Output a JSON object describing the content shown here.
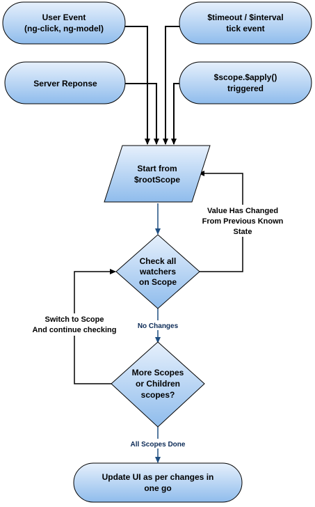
{
  "nodes": {
    "user_event": {
      "lines": [
        "User Event",
        "(ng-click, ng-model)"
      ]
    },
    "timeout_interval": {
      "lines": [
        "$timeout / $interval",
        "tick event"
      ]
    },
    "server_response": {
      "lines": [
        "Server Reponse"
      ]
    },
    "scope_apply": {
      "lines": [
        "$scope.$apply()",
        "triggered"
      ]
    },
    "start_root_scope": {
      "lines": [
        "Start from",
        "$rootScope"
      ]
    },
    "check_watchers": {
      "lines": [
        "Check all",
        "watchers",
        "on Scope"
      ]
    },
    "more_scopes": {
      "lines": [
        "More Scopes",
        "or Children",
        "scopes?"
      ]
    },
    "update_ui": {
      "lines": [
        "Update UI as per changes in",
        "one go"
      ]
    }
  },
  "edge_labels": {
    "value_changed": {
      "lines": [
        "Value Has Changed",
        "From Previous Known",
        "State"
      ]
    },
    "no_changes": "No Changes",
    "switch_scope": {
      "lines": [
        "Switch to Scope",
        "And continue checking"
      ]
    },
    "all_done": "All Scopes Done"
  },
  "colors": {
    "fill_light": "#dbe8fb",
    "fill_dark": "#9cc3ef",
    "stroke": "#000000",
    "arrow_blue": "#1d4d80",
    "arrow_black": "#000000"
  }
}
